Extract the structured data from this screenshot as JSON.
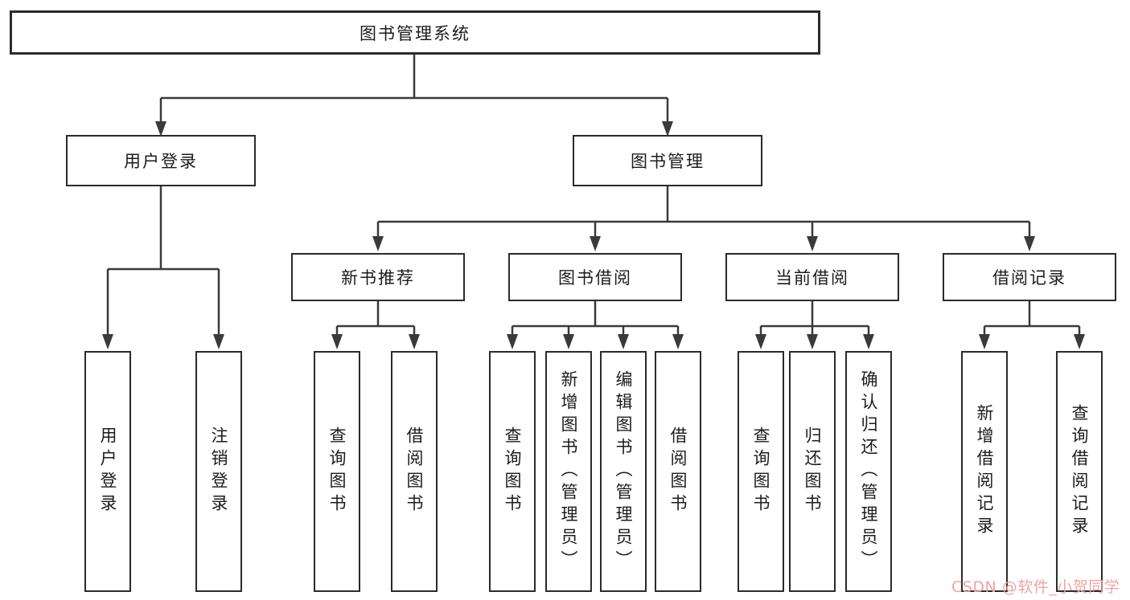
{
  "diagram_title": "图书管理系统",
  "tree": {
    "root": {
      "label": "图书管理系统",
      "children": [
        {
          "label": "用户登录",
          "children": [
            {
              "label": "用户登录"
            },
            {
              "label": "注销登录"
            }
          ]
        },
        {
          "label": "图书管理",
          "children": [
            {
              "label": "新书推荐",
              "children": [
                {
                  "label": "查询图书"
                },
                {
                  "label": "借阅图书"
                }
              ]
            },
            {
              "label": "图书借阅",
              "children": [
                {
                  "label": "查询图书"
                },
                {
                  "label": "新增图书（管理员）"
                },
                {
                  "label": "编辑图书（管理员）"
                },
                {
                  "label": "借阅图书"
                }
              ]
            },
            {
              "label": "当前借阅",
              "children": [
                {
                  "label": "查询图书"
                },
                {
                  "label": "归还图书"
                },
                {
                  "label": "确认归还（管理员）"
                }
              ]
            },
            {
              "label": "借阅记录",
              "children": [
                {
                  "label": "新增借阅记录"
                },
                {
                  "label": "查询借阅记录"
                }
              ]
            }
          ]
        }
      ]
    }
  },
  "watermark": {
    "text": "CSDN @软件_小贺同学",
    "color": "#eda4a4"
  },
  "colors": {
    "line": "#3a3a3a",
    "box_border": "#2b2b2b",
    "text": "#1c1c1c",
    "background": "#ffffff"
  }
}
